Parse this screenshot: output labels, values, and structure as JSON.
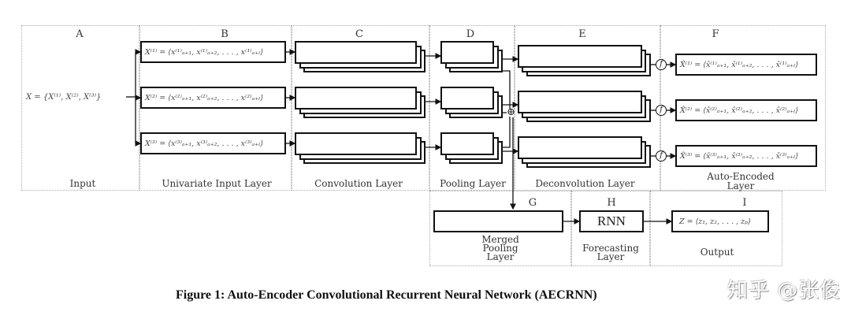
{
  "figure": {
    "caption": "Figure 1: Auto-Encoder Convolutional Recurrent Neural Network (AECRNN)",
    "watermark": "知乎 @张俊"
  },
  "panels": {
    "A": {
      "letter": "A",
      "label": "Input",
      "equation": "X = {X⁽¹⁾, X⁽²⁾, X⁽³⁾}"
    },
    "B": {
      "letter": "B",
      "label": "Univariate Input Layer",
      "rows": [
        "X⁽¹⁾ = ⟨x⁽¹⁾ₐ₊₁, x⁽¹⁾ₐ₊₂, . . . , x⁽¹⁾ₐ₊ₗ⟩",
        "X⁽²⁾ = ⟨x⁽²⁾ₐ₊₁, x⁽²⁾ₐ₊₂, . . . , x⁽²⁾ₐ₊ₗ⟩",
        "X⁽³⁾ = ⟨x⁽³⁾ₐ₊₁, x⁽³⁾ₐ₊₂, . . . , x⁽³⁾ₐ₊ₗ⟩"
      ]
    },
    "C": {
      "letter": "C",
      "label": "Convolution Layer"
    },
    "D": {
      "letter": "D",
      "label": "Pooling Layer"
    },
    "E": {
      "letter": "E",
      "label": "Deconvolution Layer"
    },
    "F": {
      "letter": "F",
      "label_line1": "Auto-Encoded",
      "label_line2": "Layer",
      "activation_symbol": "f",
      "rows": [
        "X̂⁽¹⁾ = ⟨x̂⁽¹⁾ₐ₊₁, x̂⁽¹⁾ₐ₊₂, . . . , x̂⁽¹⁾ₐ₊ₗ⟩",
        "X̂⁽²⁾ = ⟨x̂⁽²⁾ₐ₊₁, x̂⁽²⁾ₐ₊₂, . . . , x̂⁽²⁾ₐ₊ₗ⟩",
        "X̂⁽³⁾ = ⟨x̂⁽³⁾ₐ₊₁, x̂⁽³⁾ₐ₊₂, . . . , x̂⁽³⁾ₐ₊ₗ⟩"
      ]
    },
    "G": {
      "letter": "G",
      "label_line1": "Merged",
      "label_line2": "Pooling",
      "label_line3": "Layer"
    },
    "H": {
      "letter": "H",
      "label_line1": "Forecasting",
      "label_line2": "Layer",
      "box_text": "RNN"
    },
    "I": {
      "letter": "I",
      "label": "Output",
      "equation": "Z = ⟨z₁, z₂, . . . , zₚ⟩"
    }
  },
  "symbols": {
    "merge": "⊕"
  }
}
